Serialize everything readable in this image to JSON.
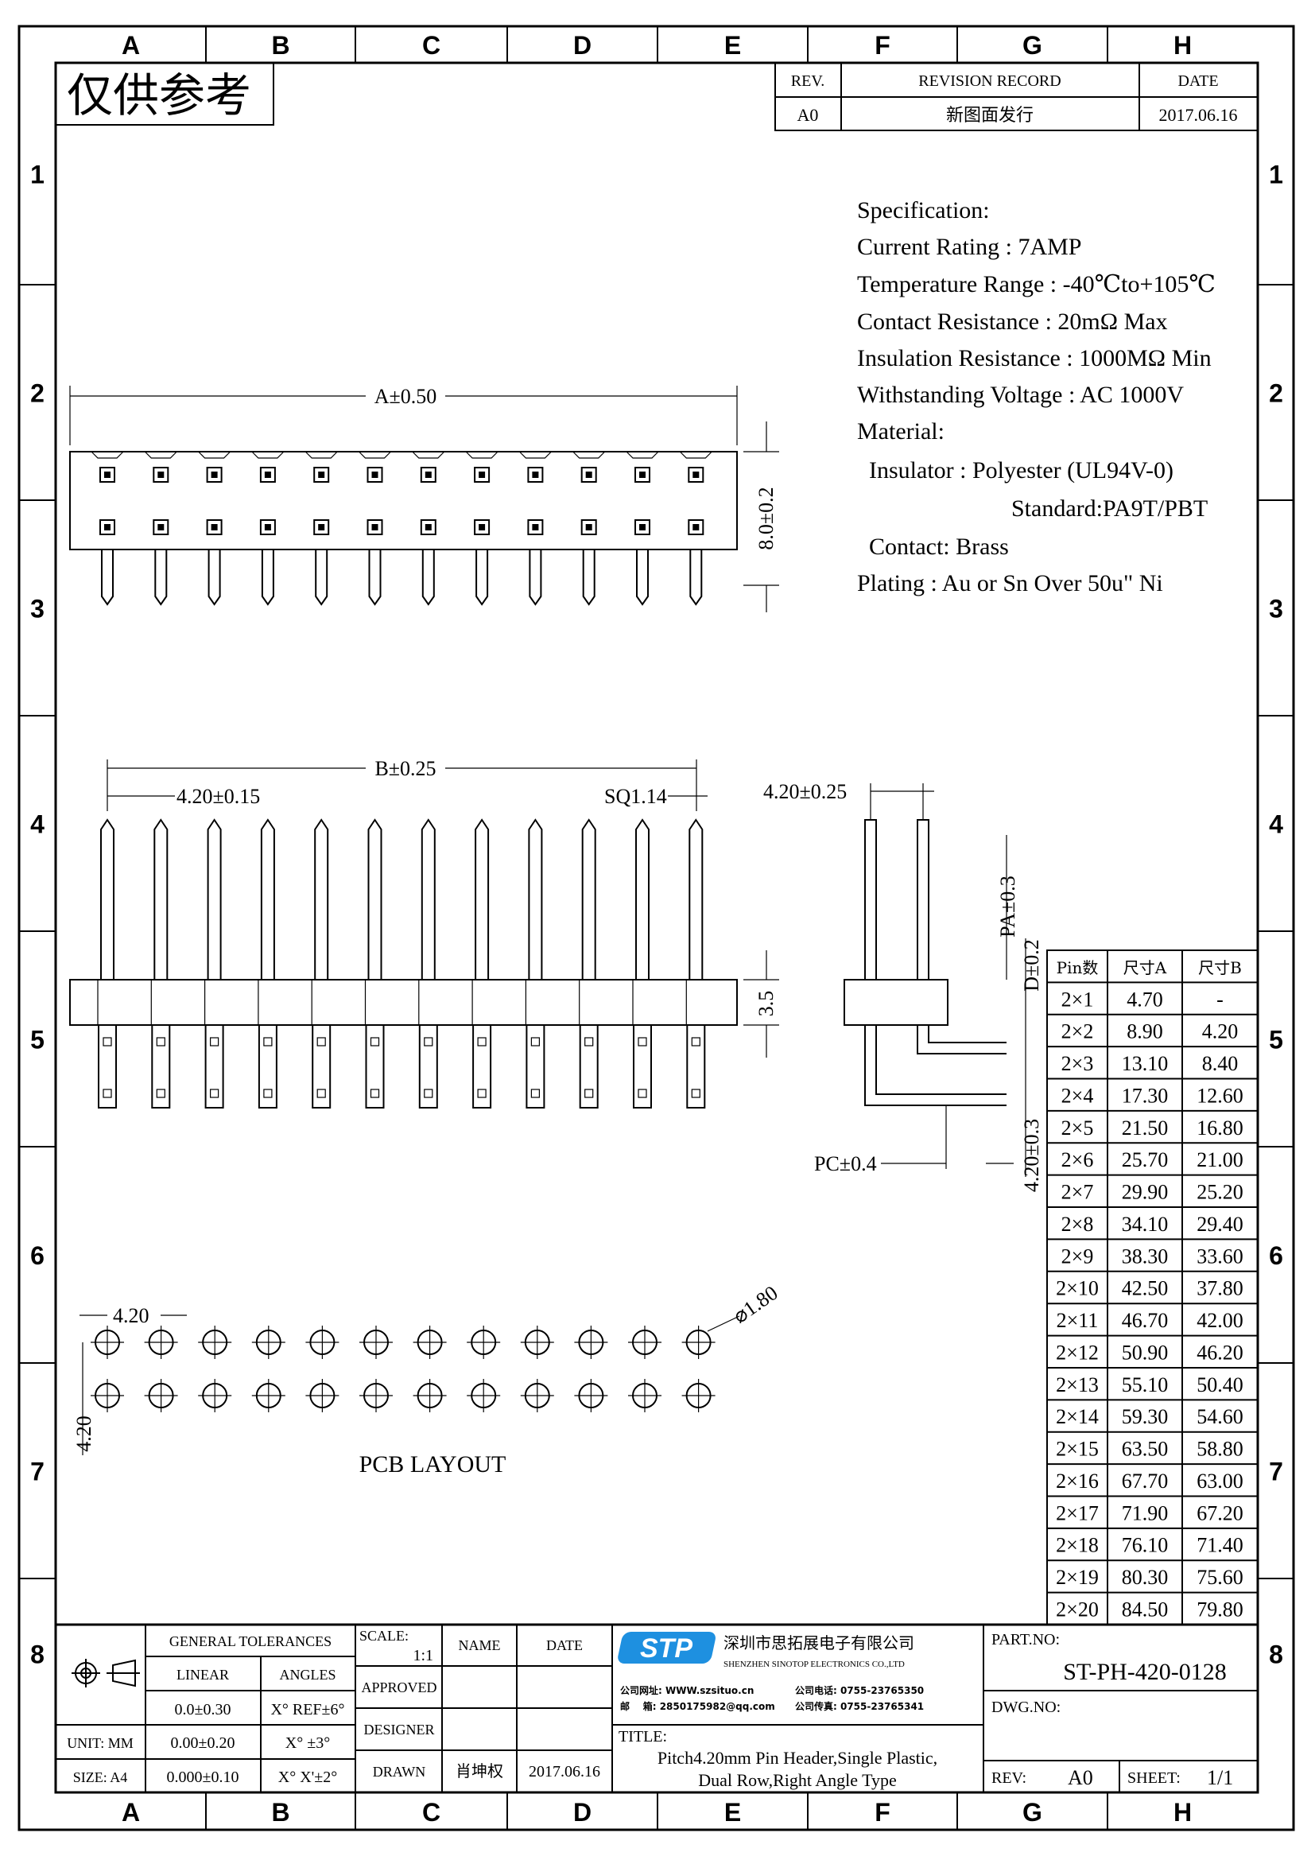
{
  "frame": {
    "columns": [
      "A",
      "B",
      "C",
      "D",
      "E",
      "F",
      "G",
      "H"
    ],
    "rows": [
      "1",
      "2",
      "3",
      "4",
      "5",
      "6",
      "7",
      "8"
    ]
  },
  "watermark": "仅供参考",
  "revision": {
    "headers": [
      "REV.",
      "REVISION RECORD",
      "DATE"
    ],
    "row": [
      "A0",
      "新图面发行",
      "2017.06.16"
    ]
  },
  "spec": {
    "lines": [
      "Specification:",
      "Current Rating : 7AMP",
      "Temperature Range : -40℃to+105℃",
      "Contact Resistance : 20mΩ Max",
      "Insulation Resistance : 1000MΩ Min",
      "Withstanding Voltage : AC 1000V",
      "Material:",
      "  Insulator : Polyester (UL94V-0)",
      "Standard:PA9T/PBT",
      "  Contact: Brass",
      "Plating : Au or Sn Over 50u\" Ni"
    ]
  },
  "dims": {
    "a": "A±0.50",
    "height": "8.0±0.2",
    "b": "B±0.25",
    "pitch": "4.20±0.15",
    "sq": "SQ1.14",
    "body": "3.5",
    "side_pitch": "4.20±0.25",
    "pa": "PA±0.3",
    "d": "D±0.2",
    "side_row": "4.20±0.3",
    "pc": "PC±0.4",
    "pcb_pitch_x": "4.20",
    "pcb_pitch_y": "4.20",
    "hole": "⌀1.80",
    "pcb_title": "PCB LAYOUT"
  },
  "pin_table": {
    "headers": [
      "Pin数",
      "尺寸A",
      "尺寸B"
    ],
    "rows": [
      [
        "2×1",
        "4.70",
        "-"
      ],
      [
        "2×2",
        "8.90",
        "4.20"
      ],
      [
        "2×3",
        "13.10",
        "8.40"
      ],
      [
        "2×4",
        "17.30",
        "12.60"
      ],
      [
        "2×5",
        "21.50",
        "16.80"
      ],
      [
        "2×6",
        "25.70",
        "21.00"
      ],
      [
        "2×7",
        "29.90",
        "25.20"
      ],
      [
        "2×8",
        "34.10",
        "29.40"
      ],
      [
        "2×9",
        "38.30",
        "33.60"
      ],
      [
        "2×10",
        "42.50",
        "37.80"
      ],
      [
        "2×11",
        "46.70",
        "42.00"
      ],
      [
        "2×12",
        "50.90",
        "46.20"
      ],
      [
        "2×13",
        "55.10",
        "50.40"
      ],
      [
        "2×14",
        "59.30",
        "54.60"
      ],
      [
        "2×15",
        "63.50",
        "58.80"
      ],
      [
        "2×16",
        "67.70",
        "63.00"
      ],
      [
        "2×17",
        "71.90",
        "67.20"
      ],
      [
        "2×18",
        "76.10",
        "71.40"
      ],
      [
        "2×19",
        "80.30",
        "75.60"
      ],
      [
        "2×20",
        "84.50",
        "79.80"
      ]
    ]
  },
  "title_block": {
    "general_tolerances": "GENERAL TOLERANCES",
    "linear": "LINEAR",
    "angles": "ANGLES",
    "tol_rows": [
      [
        "0.0±0.30",
        "X° REF±6°"
      ],
      [
        "0.00±0.20",
        "X° ±3°"
      ],
      [
        "0.000±0.10",
        "X° X'±2°"
      ]
    ],
    "unit": "UNIT: MM",
    "size": "SIZE: A4",
    "scale_label": "SCALE:",
    "scale_value": "1:1",
    "name": "NAME",
    "date": "DATE",
    "approved": "APPROVED",
    "designer": "DESIGNER",
    "drawn": "DRAWN",
    "drawn_name": "肖坤权",
    "drawn_date": "2017.06.16",
    "logo_text": "STP",
    "company_cn": "深圳市思拓展电子有限公司",
    "company_en": "SHENZHEN SINOTOP ELECTRONICS CO.,LTD",
    "website": "公司网址: WWW.szsituo.cn",
    "email": "邮    箱: 2850175982@qq.com",
    "phone": "公司电话: 0755-23765350",
    "fax": "公司传真: 0755-23765341",
    "title_label": "TITLE:",
    "title_line1": "Pitch4.20mm Pin Header,Single Plastic,",
    "title_line2": "Dual Row,Right Angle Type",
    "part_no_label": "PART.NO:",
    "part_no": "ST-PH-420-0128",
    "dwg_no_label": "DWG.NO:",
    "rev_label": "REV:",
    "rev": "A0",
    "sheet_label": "SHEET:",
    "sheet": "1/1"
  },
  "colors": {
    "logo": "#1e90e0"
  }
}
